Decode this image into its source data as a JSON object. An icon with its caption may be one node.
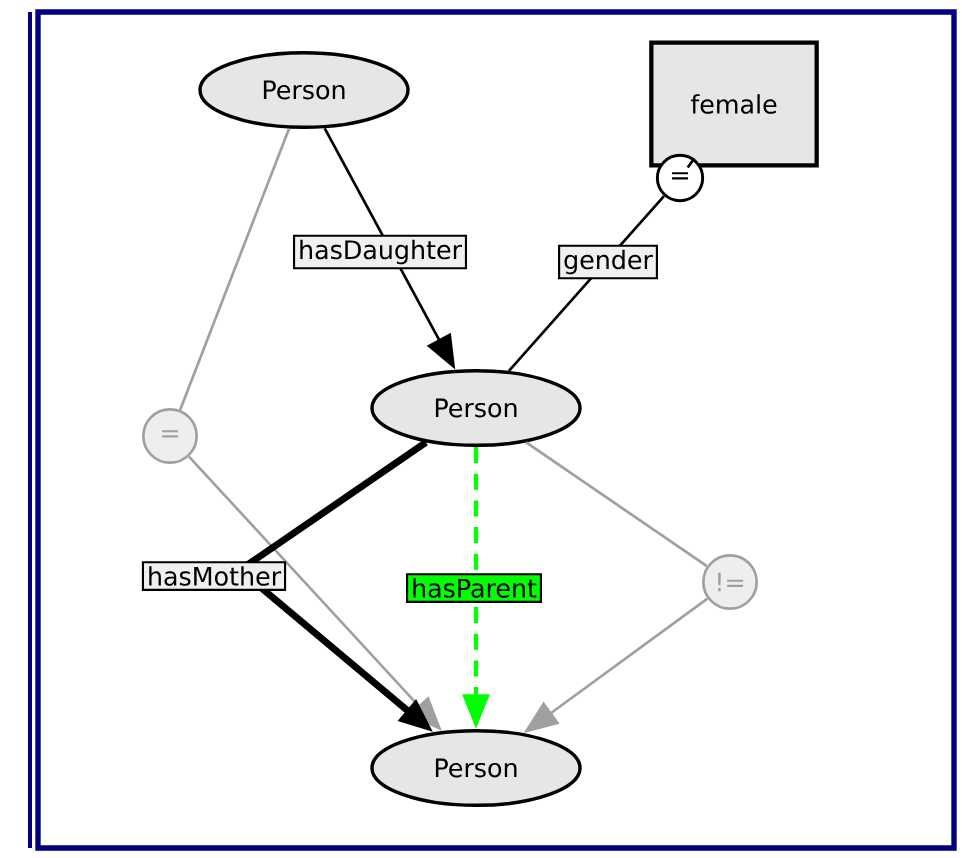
{
  "diagram": {
    "nodes": [
      {
        "text": [
          "Person"
        ]
      },
      {
        "text": [
          "female"
        ]
      },
      {
        "text": [
          "="
        ]
      },
      {
        "text": [
          "Person"
        ]
      },
      {
        "text": [
          "="
        ]
      },
      {
        "text": [
          "!="
        ]
      },
      {
        "text": [
          "Person"
        ]
      }
    ],
    "edges": [
      {
        "from": 0,
        "to": 3,
        "arrow": "to",
        "label": "hasDaughter"
      },
      {
        "from": 1,
        "to": 2,
        "arrow": "none"
      },
      {
        "from": 2,
        "to": 3,
        "arrow": "none",
        "label": "gender"
      },
      {
        "from": 0,
        "to": 4,
        "arrow": "none",
        "color": "#a0a0a0"
      },
      {
        "from": 4,
        "to": 6,
        "arrow": "to",
        "color": "#a0a0a0"
      },
      {
        "from": 3,
        "to": 6,
        "arrow": "to",
        "label": "hasMother",
        "style": "thick"
      },
      {
        "from": 3,
        "to": 6,
        "arrow": "to",
        "label": "hasParent",
        "style": "dashed",
        "color": "#00ff00"
      },
      {
        "from": 3,
        "to": 5,
        "arrow": "none",
        "color": "#a0a0a0"
      },
      {
        "from": 5,
        "to": 6,
        "arrow": "to",
        "color": "#a0a0a0"
      }
    ]
  }
}
